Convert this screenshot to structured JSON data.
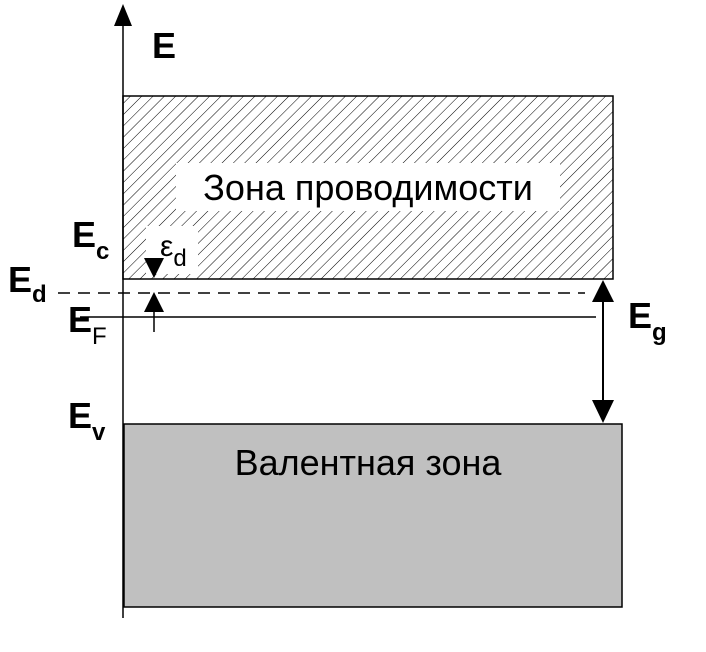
{
  "diagram": {
    "axis_label": "E",
    "conduction_band_label": "Зона проводимости",
    "valence_band_label": "Валентная зона",
    "levels": {
      "ec_main": "E",
      "ec_sub": "c",
      "ed_main": "E",
      "ed_sub": "d",
      "ef_main": "E",
      "ef_sub": "F",
      "ev_main": "E",
      "ev_sub": "v",
      "eg_main": "E",
      "eg_sub": "g",
      "epsd_main": "ε",
      "epsd_sub": "d"
    },
    "colors": {
      "conduction_band_hatch": "#000000",
      "valence_band_fill": "#c0c0c0",
      "lines": "#000000"
    }
  }
}
